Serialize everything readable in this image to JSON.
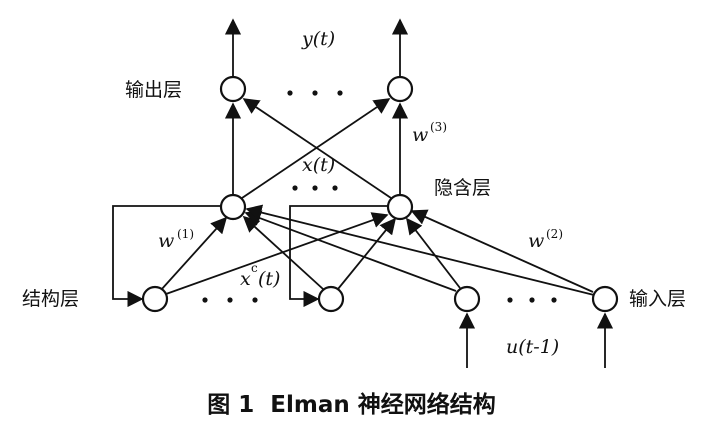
{
  "labels": {
    "output_layer": "输出层",
    "hidden_layer": "隐含层",
    "context_layer": "结构层",
    "input_layer": "输入层",
    "y_t": "y(t)",
    "x_t": "x(t)",
    "xc_base": "x",
    "xc_sup": "c",
    "xc_arg": "(t)",
    "w1_base": "w",
    "w1_sup": "(1)",
    "w2_base": "w",
    "w2_sup": "(2)",
    "w3_base": "w",
    "w3_sup": "(3)",
    "u_t": "u(t-1)"
  },
  "caption": {
    "figure_no": "图 1",
    "title": "Elman 神经网络结构"
  }
}
